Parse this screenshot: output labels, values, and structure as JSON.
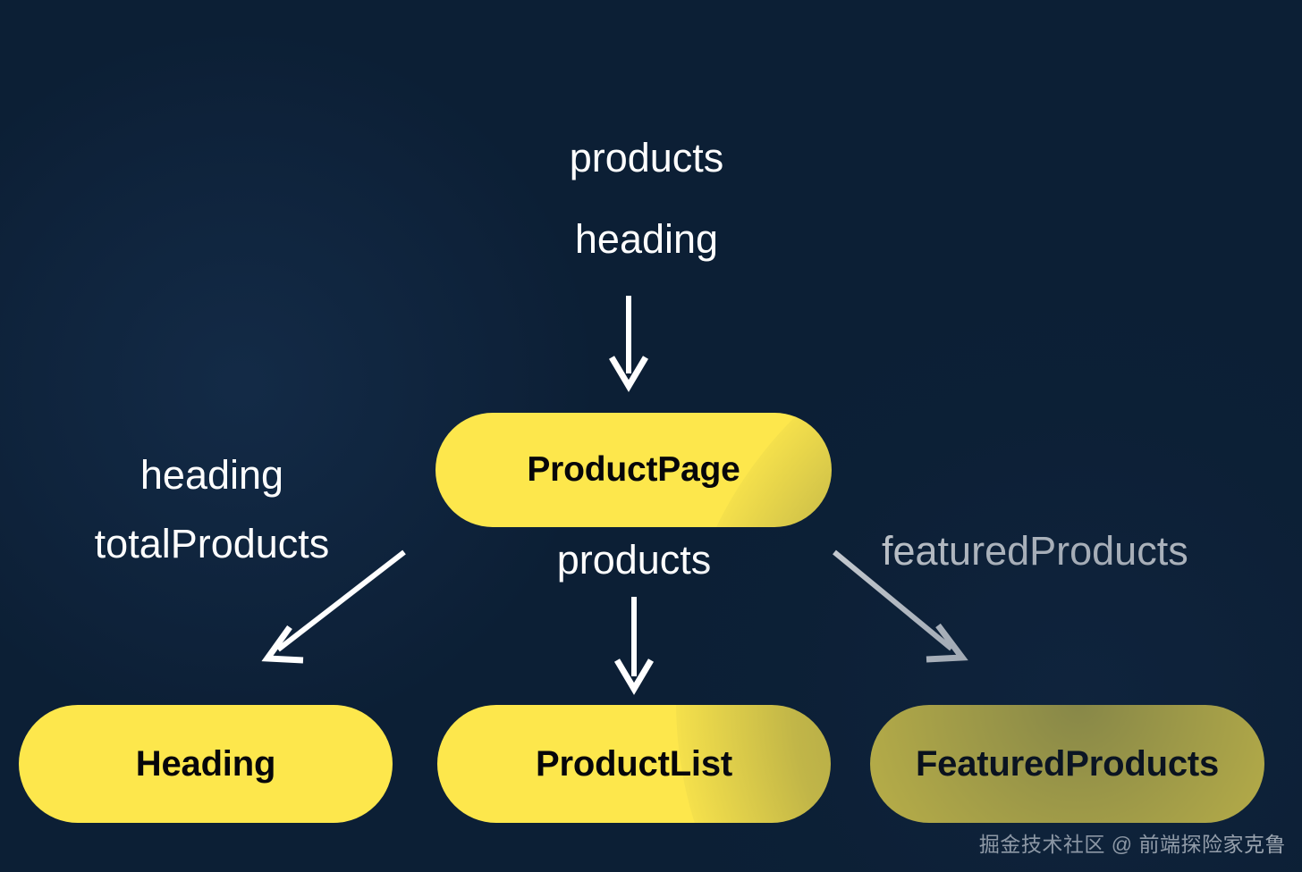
{
  "diagram": {
    "title": "ProductPage component props flow",
    "background_color": "#0c1f35",
    "node_color": "#fde74c",
    "node_text_color": "#06060a",
    "edge_color": "#ffffff",
    "label_text_color": "#fdfdfd"
  },
  "nodes": [
    {
      "id": "productpage",
      "label": "ProductPage"
    },
    {
      "id": "heading",
      "label": "Heading"
    },
    {
      "id": "productlist",
      "label": "ProductList"
    },
    {
      "id": "featuredproducts",
      "label": "FeaturedProducts"
    }
  ],
  "edges": [
    {
      "id": "incoming",
      "from": "",
      "to": "productpage",
      "direction": "down",
      "props": [
        "products",
        "heading"
      ]
    },
    {
      "id": "to-heading",
      "from": "productpage",
      "to": "heading",
      "direction": "down-left",
      "props": [
        "heading",
        "totalProducts"
      ]
    },
    {
      "id": "to-productlist",
      "from": "productpage",
      "to": "productlist",
      "direction": "down",
      "props": [
        "products"
      ]
    },
    {
      "id": "to-featuredproducts",
      "from": "productpage",
      "to": "featuredproducts",
      "direction": "down-right",
      "props": [
        "featuredProducts"
      ]
    }
  ],
  "labels": {
    "top_line1": "products",
    "top_line2": "heading",
    "left_line1": "heading",
    "left_line2": "totalProducts",
    "center_line1": "products",
    "right_line1": "featuredProducts"
  },
  "watermark": {
    "text": "掘金技术社区 @ 前端探险家克鲁"
  }
}
